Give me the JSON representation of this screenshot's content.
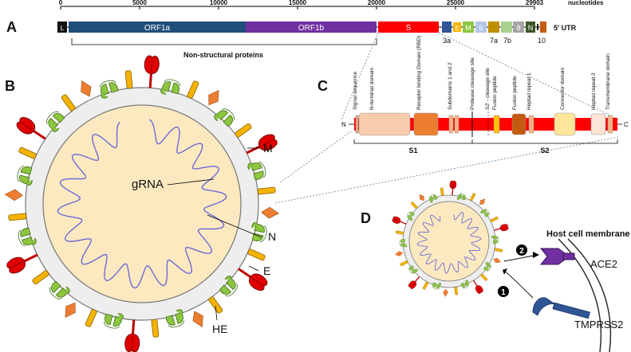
{
  "panel_labels": {
    "a": "A",
    "b": "B",
    "c": "C",
    "d": "D"
  },
  "genome": {
    "scale_ticks": [
      "0",
      "5000",
      "10000",
      "15000",
      "20000",
      "25000",
      "29903"
    ],
    "scale_unit": "nucleotides",
    "segments": {
      "L": "L",
      "orf1a": "ORF1a",
      "orf1b": "ORF1b",
      "S": "S",
      "E": "E",
      "M": "M",
      "six": "6",
      "eight": "8",
      "N": "N"
    },
    "below_labels": {
      "three_a": "3a",
      "seven_a": "7a",
      "seven_b": "7b",
      "ten": "10"
    },
    "utr": "5' UTR",
    "nsp_label": "Non-structural proteins"
  },
  "virion": {
    "M": "M",
    "gRNA": "gRNA",
    "N": "N",
    "E": "E",
    "HE": "HE"
  },
  "spike": {
    "n_term": "N",
    "c_term": "C",
    "domains": [
      "Signal sequence",
      "N-terminal domain",
      "Receptor binding Domain (RBD)",
      "Subdomains 1 and 2",
      "Protease cleavage site",
      "S2' - cleavage site",
      "Fusion peptide",
      "Fusion peptide",
      "Heptad repeat 1",
      "Connector domain",
      "Heptad repeat 2",
      "Transmembrane domain"
    ],
    "s1": "S1",
    "s2": "S2"
  },
  "entry": {
    "membrane": "Host cell membrane",
    "ace2": "ACE2",
    "tmprss2": "TMPRSS2",
    "step1": "1",
    "step2": "2"
  },
  "colors": {
    "orf1a": "#1f4e79",
    "orf1b": "#7030a0",
    "spike_red": "#ff0000",
    "virion_fill": "#fde9c0",
    "membrane": "#f2f2f2",
    "rna": "#6b6bd6",
    "e_protein": "#f5b300",
    "m_protein": "#8cc63f",
    "he_protein": "#ed7d31",
    "ace2": "#7030a0",
    "tmprss2": "#2f5597"
  }
}
